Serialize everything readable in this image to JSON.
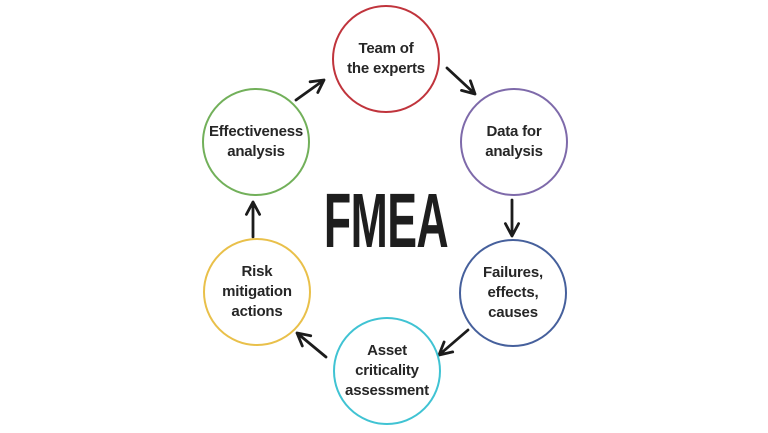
{
  "diagram": {
    "title": "FMEA",
    "arrow_color": "#1c1c1c",
    "nodes": [
      {
        "id": "team-of-experts",
        "label": "Team of\nthe experts",
        "color": "#c0343c",
        "position": "top"
      },
      {
        "id": "data-for-analysis",
        "label": "Data for\nanalysis",
        "color": "#7e6aaa",
        "position": "top-right"
      },
      {
        "id": "failures-effects-causes",
        "label": "Failures,\neffects,\ncauses",
        "color": "#46609c",
        "position": "bottom-right"
      },
      {
        "id": "asset-criticality-assessment",
        "label": "Asset\ncriticality\nassessment",
        "color": "#40c3d3",
        "position": "bottom"
      },
      {
        "id": "risk-mitigation-actions",
        "label": "Risk\nmitigation\nactions",
        "color": "#e9c04a",
        "position": "bottom-left"
      },
      {
        "id": "effectiveness-analysis",
        "label": "Effectiveness\nanalysis",
        "color": "#72b05a",
        "position": "top-left"
      }
    ],
    "arrows": [
      {
        "from": "effectiveness-analysis",
        "to": "team-of-experts",
        "direction": "up-right"
      },
      {
        "from": "team-of-experts",
        "to": "data-for-analysis",
        "direction": "down-right"
      },
      {
        "from": "data-for-analysis",
        "to": "failures-effects-causes",
        "direction": "down"
      },
      {
        "from": "failures-effects-causes",
        "to": "asset-criticality-assessment",
        "direction": "down-left"
      },
      {
        "from": "asset-criticality-assessment",
        "to": "risk-mitigation-actions",
        "direction": "up-left"
      },
      {
        "from": "risk-mitigation-actions",
        "to": "effectiveness-analysis",
        "direction": "up"
      }
    ]
  }
}
